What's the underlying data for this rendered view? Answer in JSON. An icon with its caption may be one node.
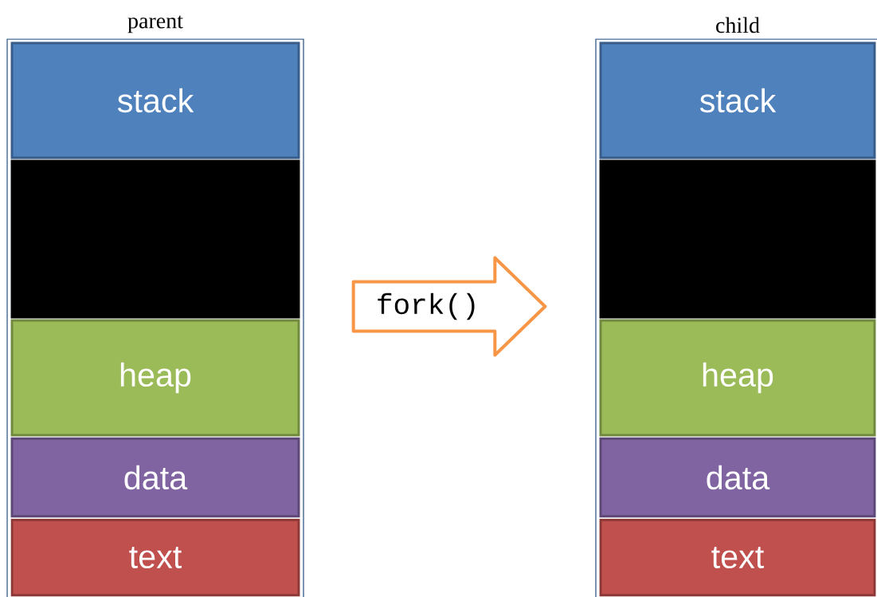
{
  "diagram": {
    "nodes": [
      {
        "text": [
          "parent"
        ]
      },
      {
        "text": [
          "stack"
        ],
        "in": 0
      },
      {
        "text": [],
        "shape": "box",
        "in": 0
      },
      {
        "text": [
          "heap"
        ],
        "in": 0
      },
      {
        "text": [
          "data"
        ],
        "in": 0
      },
      {
        "text": [
          "text"
        ],
        "in": 0
      },
      {
        "text": [
          "child"
        ]
      },
      {
        "text": [
          "stack"
        ],
        "in": 6
      },
      {
        "text": [],
        "shape": "box",
        "in": 6
      },
      {
        "text": [
          "heap"
        ],
        "in": 6
      },
      {
        "text": [
          "data"
        ],
        "in": 6
      },
      {
        "text": [
          "text"
        ],
        "in": 6
      }
    ],
    "edges": [
      {
        "from": 0,
        "to": 6,
        "arrow": "to",
        "label": "fork()"
      }
    ]
  }
}
